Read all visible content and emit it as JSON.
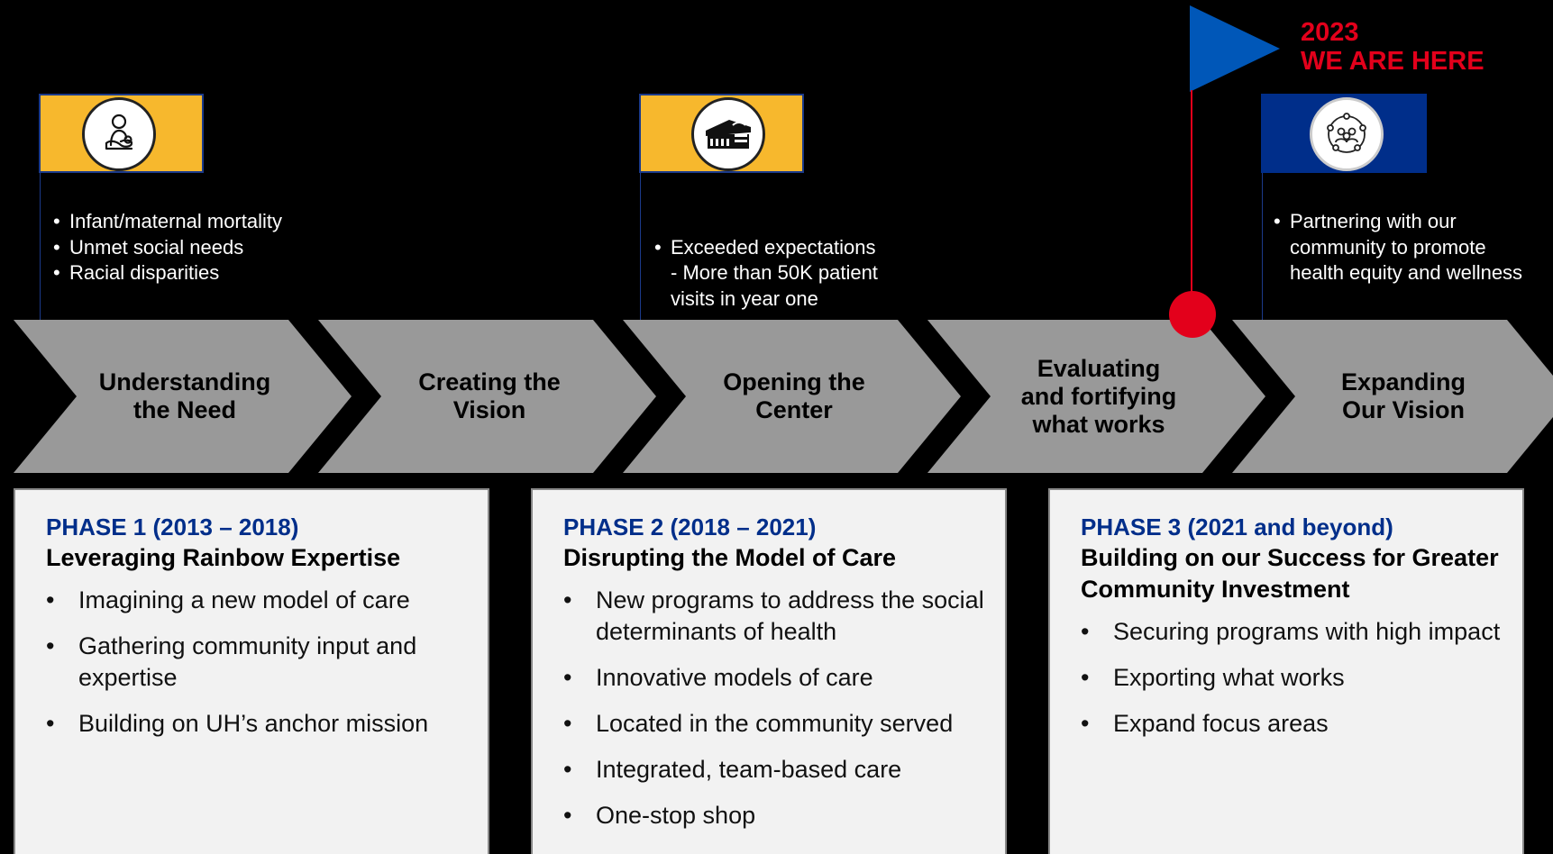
{
  "colors": {
    "background": "#000000",
    "flag_yellow": "#f7b82d",
    "flag_blue": "#002e8a",
    "marker_red": "#e3001b",
    "chevron_gray": "#999999",
    "phase_title_blue": "#002e8a"
  },
  "marker": {
    "year": "2023",
    "label": "WE ARE HERE"
  },
  "flags": [
    {
      "icon": "mother-baby-icon",
      "bullets": [
        "Infant/maternal mortality",
        "Unmet social needs",
        "Racial disparities"
      ]
    },
    {
      "icon": "building-icon",
      "bullets": [
        "Exceeded expectations\n- More than 50K patient visits in year one"
      ]
    },
    {
      "icon": "community-group-icon",
      "bullets": [
        "Partnering with our community to promote health equity and wellness"
      ]
    }
  ],
  "chevrons": [
    {
      "label": "Understanding\nthe Need"
    },
    {
      "label": "Creating the\nVision"
    },
    {
      "label": "Opening the\nCenter"
    },
    {
      "label": "Evaluating\nand fortifying\nwhat works"
    },
    {
      "label": "Expanding\nOur Vision"
    }
  ],
  "phases": [
    {
      "title": "PHASE 1 (2013 – 2018)",
      "subtitle": "Leveraging Rainbow Expertise",
      "bullets": [
        "Imagining a new model of care",
        "Gathering community input and expertise",
        "Building on UH’s anchor mission"
      ]
    },
    {
      "title": "PHASE 2 (2018 – 2021)",
      "subtitle": "Disrupting the Model of Care",
      "bullets": [
        "New programs to address the social determinants of health",
        "Innovative models of care",
        "Located in the community served",
        "Integrated, team-based care",
        "One-stop shop"
      ]
    },
    {
      "title": "PHASE 3 (2021 and beyond)",
      "subtitle": "Building on our Success for Greater Community Investment",
      "bullets": [
        "Securing programs with high impact",
        "Exporting what works",
        "Expand focus areas"
      ]
    }
  ]
}
